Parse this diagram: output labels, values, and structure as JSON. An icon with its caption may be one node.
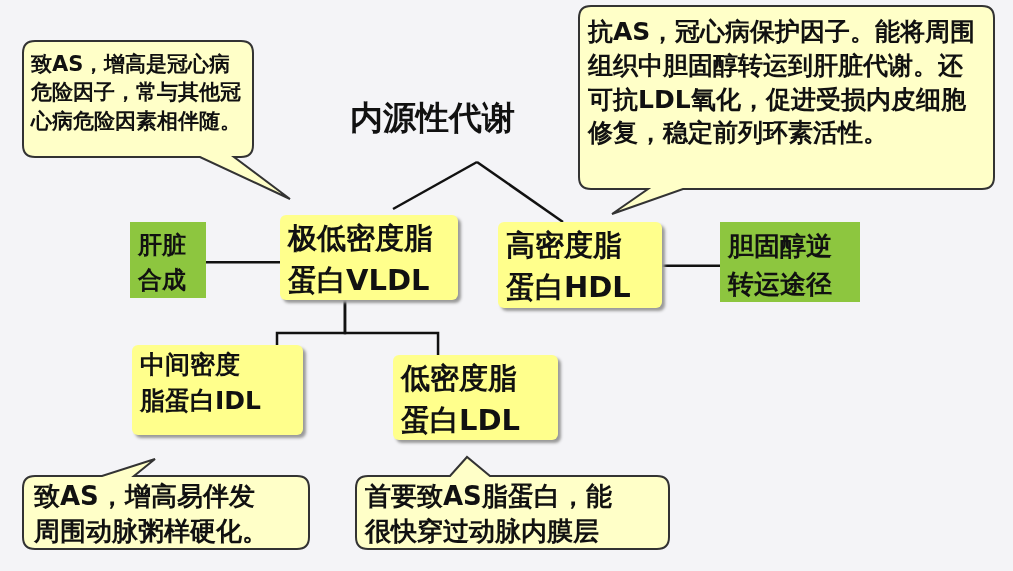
{
  "diagram": {
    "nodes": [
      {
        "text": [
          "致AS，增高是冠心病危险因子，常与其他冠心病危险因素相伴随。"
        ]
      },
      {
        "text": [
          "内源性代谢"
        ]
      },
      {
        "text": [
          "抗AS，冠心病保护因子。能将周围组织中胆固醇转运到肝脏代谢。还可抗LDL氧化，促进受损内皮细胞修复，稳定前列环素活性。"
        ]
      },
      {
        "text": [
          "肝脏合成"
        ]
      },
      {
        "text": [
          "极低密度脂蛋白VLDL"
        ]
      },
      {
        "text": [
          "高密度脂蛋白HDL"
        ]
      },
      {
        "text": [
          "胆固醇逆转运途径"
        ]
      },
      {
        "text": [
          "中间密度脂蛋白IDL"
        ]
      },
      {
        "text": [
          "低密度脂蛋白LDL"
        ]
      },
      {
        "text": [
          "致AS，增高易伴发周围动脉粥样硬化。"
        ]
      },
      {
        "text": [
          "首要致AS脂蛋白，能很快穿过动脉内膜层"
        ]
      }
    ],
    "edges": [
      {
        "from": 1,
        "to": 4,
        "arrow": "none"
      },
      {
        "from": 1,
        "to": 5,
        "arrow": "none"
      },
      {
        "from": 3,
        "to": 4,
        "arrow": "none"
      },
      {
        "from": 5,
        "to": 6,
        "arrow": "none"
      },
      {
        "from": 4,
        "to": 7,
        "arrow": "none"
      },
      {
        "from": 4,
        "to": 8,
        "arrow": "none"
      }
    ]
  }
}
